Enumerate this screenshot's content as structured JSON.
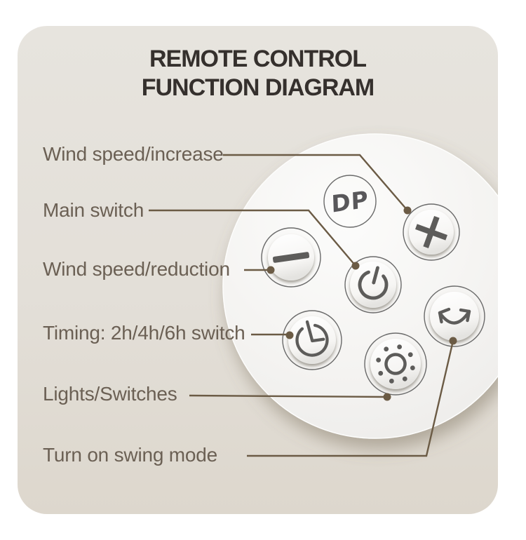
{
  "title": {
    "line1": "REMOTE CONTROL",
    "line2": "FUNCTION DIAGRAM"
  },
  "brand": {
    "logo_text": "DP"
  },
  "labels": [
    {
      "text": "Wind speed/increase",
      "target": "wind-speed-increase-button"
    },
    {
      "text": "Main switch",
      "target": "main-switch-button"
    },
    {
      "text": "Wind speed/reduction",
      "target": "wind-speed-reduction-button"
    },
    {
      "text": "Timing: 2h/4h/6h switch",
      "target": "timing-button"
    },
    {
      "text": "Lights/Switches",
      "target": "light-button"
    },
    {
      "text": "Turn on swing mode",
      "target": "swing-button"
    }
  ],
  "remote": {
    "buttons": [
      {
        "name": "wind-speed-increase-button",
        "icon": "plus-icon"
      },
      {
        "name": "main-switch-button",
        "icon": "power-icon"
      },
      {
        "name": "wind-speed-reduction-button",
        "icon": "minus-icon"
      },
      {
        "name": "timing-button",
        "icon": "clock-icon"
      },
      {
        "name": "light-button",
        "icon": "brightness-icon"
      },
      {
        "name": "swing-button",
        "icon": "swing-arrow-icon"
      }
    ]
  },
  "colors": {
    "page_background": "#ffffff",
    "card_background": "#e3dfd8",
    "title_text": "#35302d",
    "label_text": "#6b6054",
    "leader_line": "#6b5b45",
    "button_glyph": "#5d5c5a",
    "remote_body": "#f4f3f1"
  }
}
